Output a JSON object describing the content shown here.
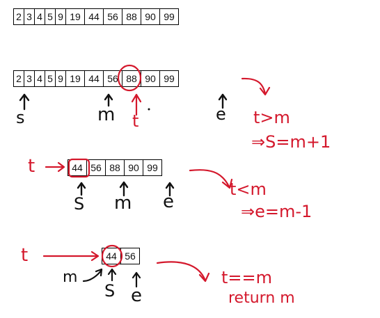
{
  "colors": {
    "ink": "#111111",
    "annotation": "#d4182c"
  },
  "arrays": {
    "full_top": [
      "2",
      "3",
      "4",
      "5",
      "9",
      "19",
      "44",
      "56",
      "88",
      "90",
      "99"
    ],
    "full_marked": [
      "2",
      "3",
      "4",
      "5",
      "9",
      "19",
      "44",
      "56",
      "88",
      "90",
      "99"
    ],
    "step2": [
      "44",
      "56",
      "88",
      "90",
      "99"
    ],
    "step3": [
      "44",
      "56"
    ]
  },
  "pointers": {
    "start": "s",
    "mid": "m",
    "end": "e",
    "target": "t",
    "start_upper": "S",
    "end_upper": "e",
    "mid_step3": "m"
  },
  "notes": {
    "cmp1": "t>m",
    "upd1": "⇒S=m+1",
    "cmp2": "t<m",
    "upd2": "⇒e=m-1",
    "cmp3": "t==m",
    "result": "return m"
  }
}
